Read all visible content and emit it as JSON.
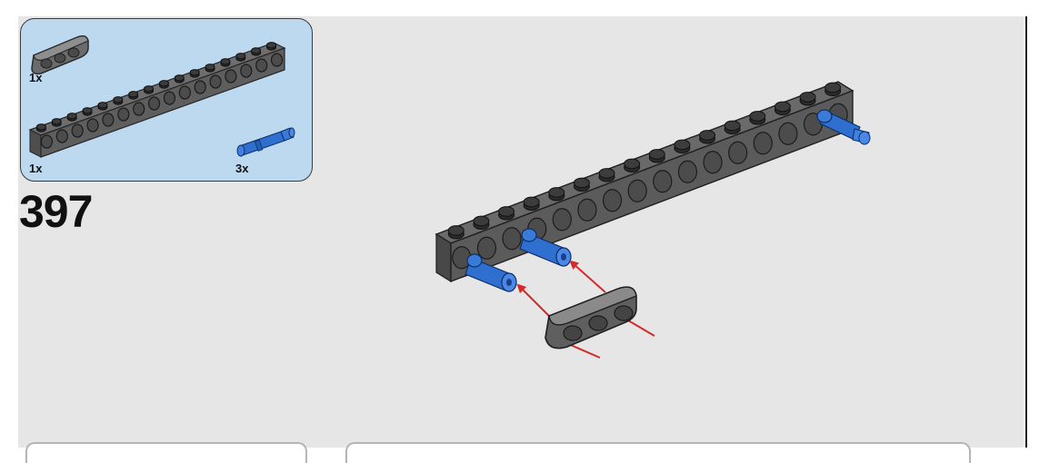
{
  "step": {
    "number": "397"
  },
  "parts_list": {
    "items": [
      {
        "part": "liftarm-thick-1x3",
        "quantity": "1x"
      },
      {
        "part": "technic-beam-1x16-with-holes",
        "quantity": "1x"
      },
      {
        "part": "axle-pin-with-friction",
        "quantity": "3x"
      }
    ]
  },
  "colors": {
    "callout_background": "#bcd9f0",
    "page_background": "#e6e6e6",
    "part_dark_gray": "#5a5a5a",
    "part_blue": "#2e6fd0",
    "arrow_red": "#d42a2a"
  },
  "icons": [
    "technic-beam-icon",
    "liftarm-icon",
    "pin-icon",
    "insert-arrow-icon"
  ]
}
